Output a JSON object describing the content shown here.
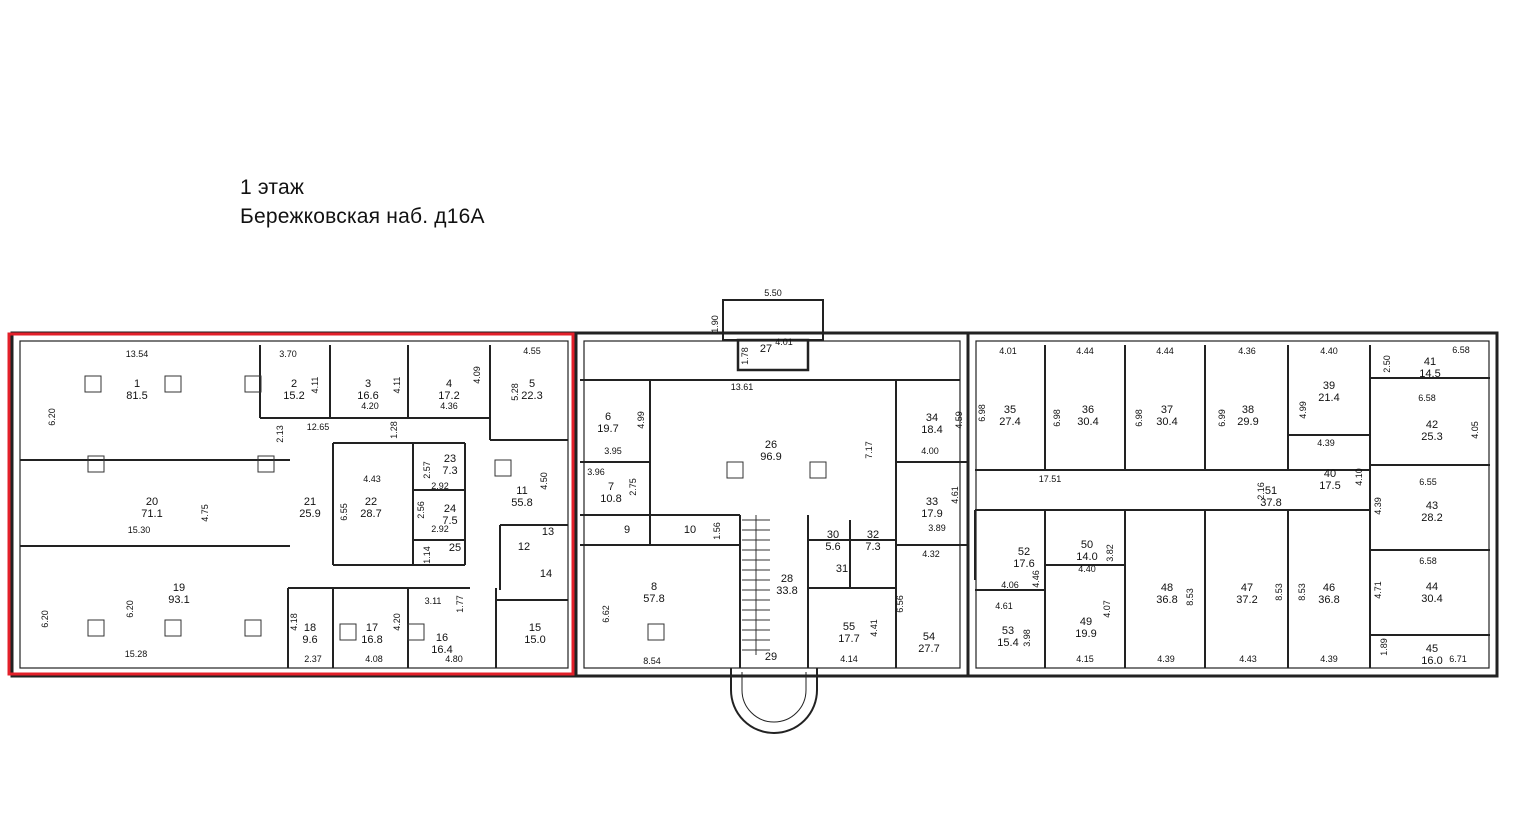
{
  "header": {
    "floor": "1 этаж",
    "address": "Бережковская наб. д16А"
  },
  "colors": {
    "highlight": "#e3202a",
    "wall": "#222222",
    "line": "#333333"
  },
  "rooms": [
    {
      "num": "1",
      "area": "81.5"
    },
    {
      "num": "2",
      "area": "15.2"
    },
    {
      "num": "3",
      "area": "16.6"
    },
    {
      "num": "4",
      "area": "17.2"
    },
    {
      "num": "5",
      "area": "22.3"
    },
    {
      "num": "6",
      "area": "19.7"
    },
    {
      "num": "7",
      "area": "10.8"
    },
    {
      "num": "8",
      "area": "57.8"
    },
    {
      "num": "9",
      "area": ""
    },
    {
      "num": "10",
      "area": ""
    },
    {
      "num": "11",
      "area": "55.8"
    },
    {
      "num": "12",
      "area": ""
    },
    {
      "num": "13",
      "area": ""
    },
    {
      "num": "14",
      "area": ""
    },
    {
      "num": "15",
      "area": "15.0"
    },
    {
      "num": "16",
      "area": "16.4"
    },
    {
      "num": "17",
      "area": "16.8"
    },
    {
      "num": "18",
      "area": "9.6"
    },
    {
      "num": "19",
      "area": "93.1"
    },
    {
      "num": "20",
      "area": "71.1"
    },
    {
      "num": "21",
      "area": "25.9"
    },
    {
      "num": "22",
      "area": "28.7"
    },
    {
      "num": "23",
      "area": "7.3"
    },
    {
      "num": "24",
      "area": "7.5"
    },
    {
      "num": "25",
      "area": ""
    },
    {
      "num": "26",
      "area": "96.9"
    },
    {
      "num": "27",
      "area": ""
    },
    {
      "num": "28",
      "area": "33.8"
    },
    {
      "num": "29",
      "area": ""
    },
    {
      "num": "30",
      "area": "5.6"
    },
    {
      "num": "31",
      "area": ""
    },
    {
      "num": "32",
      "area": "7.3"
    },
    {
      "num": "33",
      "area": "17.9"
    },
    {
      "num": "34",
      "area": "18.4"
    },
    {
      "num": "35",
      "area": "27.4"
    },
    {
      "num": "36",
      "area": "30.4"
    },
    {
      "num": "37",
      "area": "30.4"
    },
    {
      "num": "38",
      "area": "29.9"
    },
    {
      "num": "39",
      "area": "21.4"
    },
    {
      "num": "40",
      "area": "17.5"
    },
    {
      "num": "41",
      "area": "14.5"
    },
    {
      "num": "42",
      "area": "25.3"
    },
    {
      "num": "43",
      "area": "28.2"
    },
    {
      "num": "44",
      "area": "30.4"
    },
    {
      "num": "45",
      "area": "16.0"
    },
    {
      "num": "46",
      "area": "36.8"
    },
    {
      "num": "47",
      "area": "37.2"
    },
    {
      "num": "48",
      "area": "36.8"
    },
    {
      "num": "49",
      "area": "19.9"
    },
    {
      "num": "50",
      "area": "14.0"
    },
    {
      "num": "51",
      "area": "37.8"
    },
    {
      "num": "52",
      "area": "17.6"
    },
    {
      "num": "53",
      "area": "15.4"
    },
    {
      "num": "54",
      "area": "27.7"
    },
    {
      "num": "55",
      "area": "17.7"
    }
  ],
  "dimensions": [
    "13.54",
    "3.70",
    "6.20",
    "4.11",
    "4.20",
    "4.11",
    "4.36",
    "4.09",
    "4.55",
    "5.28",
    "2.13",
    "12.65",
    "1.28",
    "4.43",
    "2.57",
    "2.92",
    "4.50",
    "6.55",
    "2.56",
    "2.92",
    "1.14",
    "4.75",
    "15.30",
    "6.20",
    "6.20",
    "15.28",
    "4.18",
    "2.37",
    "4.20",
    "4.08",
    "3.11",
    "1.77",
    "4.80",
    "5.50",
    "1.90",
    "4.01",
    "1.78",
    "13.61",
    "4.99",
    "3.95",
    "3.96",
    "2.75",
    "1.56",
    "6.62",
    "8.54",
    "7.17",
    "4.00",
    "4.59",
    "4.61",
    "3.89",
    "4.32",
    "6.56",
    "4.41",
    "4.14",
    "4.01",
    "6.98",
    "4.44",
    "6.98",
    "4.44",
    "6.98",
    "4.36",
    "6.99",
    "4.40",
    "4.99",
    "2.50",
    "6.58",
    "6.58",
    "4.05",
    "4.39",
    "17.51",
    "2.16",
    "4.10",
    "6.55",
    "4.39",
    "4.06",
    "4.46",
    "3.82",
    "4.40",
    "4.61",
    "3.98",
    "4.07",
    "4.15",
    "8.53",
    "8.53",
    "8.53",
    "4.39",
    "4.43",
    "4.39",
    "6.58",
    "4.71",
    "1.89",
    "6.71"
  ]
}
